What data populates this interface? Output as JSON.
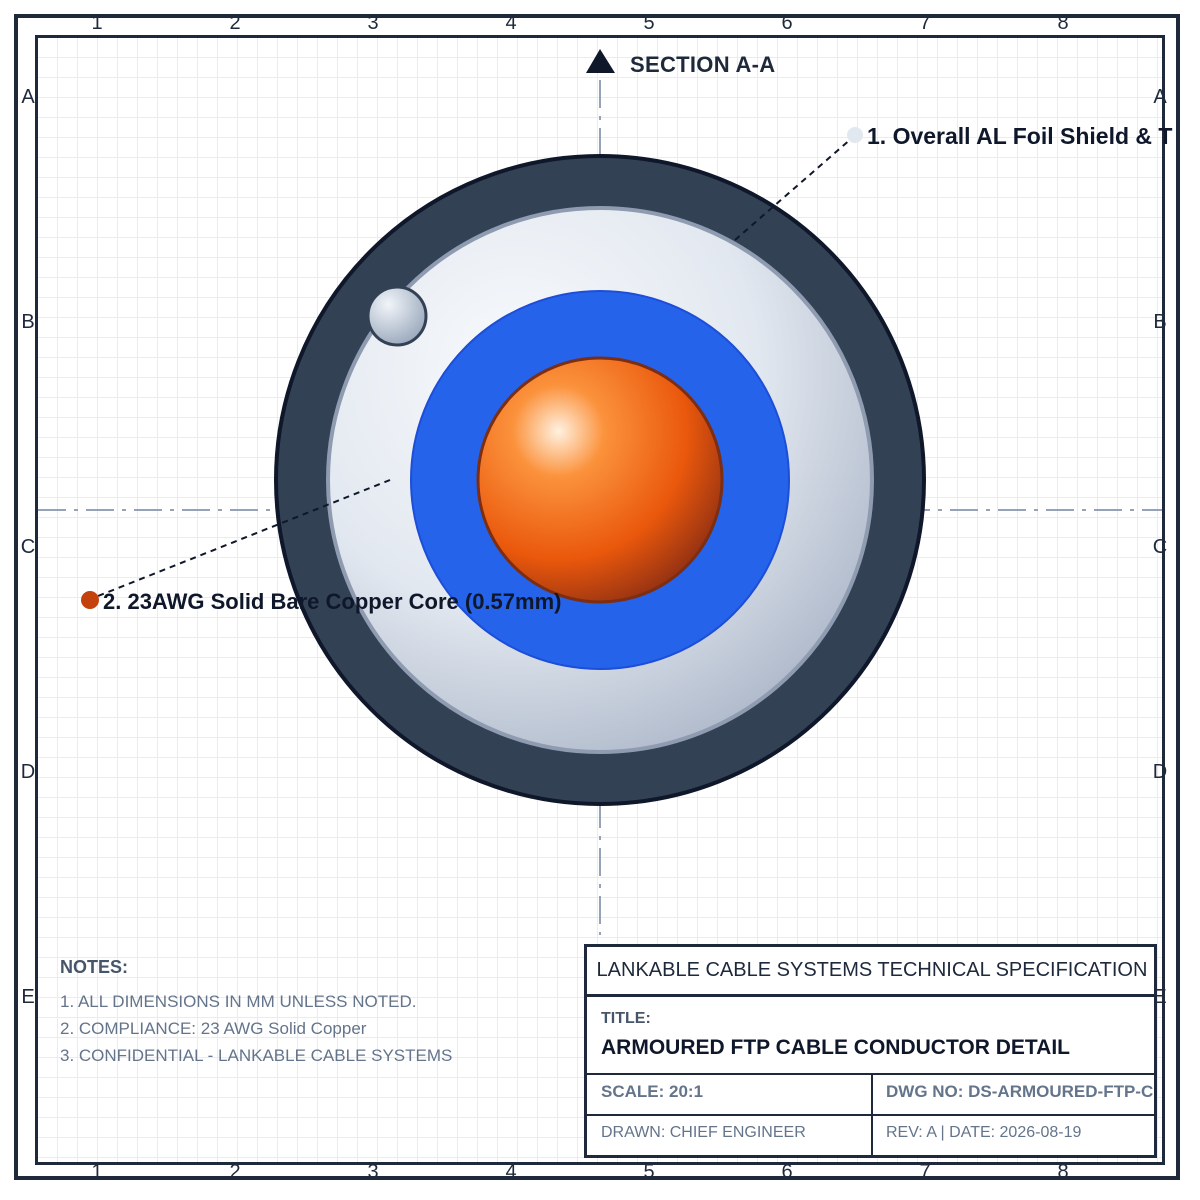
{
  "section": {
    "label": "SECTION A-A"
  },
  "zones": {
    "columns": [
      "1",
      "2",
      "3",
      "4",
      "5",
      "6",
      "7",
      "8"
    ],
    "rows": [
      "A",
      "B",
      "C",
      "D",
      "E"
    ]
  },
  "callouts": [
    {
      "number": "1.",
      "text": "Overall AL Foil Shield & T",
      "label": "1. Overall AL Foil Shield & T"
    },
    {
      "number": "2.",
      "text": "23AWG Solid Bare Copper Core (0.57mm)",
      "label": "2. 23AWG Solid Bare Copper Core (0.57mm)"
    }
  ],
  "notes": {
    "heading": "NOTES:",
    "items": [
      "1. ALL DIMENSIONS IN MM UNLESS NOTED.",
      "2. COMPLIANCE: 23 AWG Solid Copper",
      "3. CONFIDENTIAL - LANKABLE CABLE SYSTEMS"
    ]
  },
  "title_block": {
    "header": "LANKABLE CABLE SYSTEMS TECHNICAL SPECIFICATION",
    "title_label": "TITLE:",
    "title": "ARMOURED FTP CABLE CONDUCTOR DETAIL",
    "scale": "SCALE: 20:1",
    "dwg_no": "DWG NO: DS-ARMOURED-FTP-COND",
    "drawn": "DRAWN: CHIEF ENGINEER",
    "rev_date": "REV: A | DATE: 2026-08-19"
  },
  "colors": {
    "ink": "#1e293b",
    "outer_jacket": "#334155",
    "foil_shield": "#e2e8f0",
    "insulation": "#2563eb",
    "copper": "#ea580c",
    "drain_wire": "#cbd5e1",
    "centerline": "#94a3b8"
  }
}
